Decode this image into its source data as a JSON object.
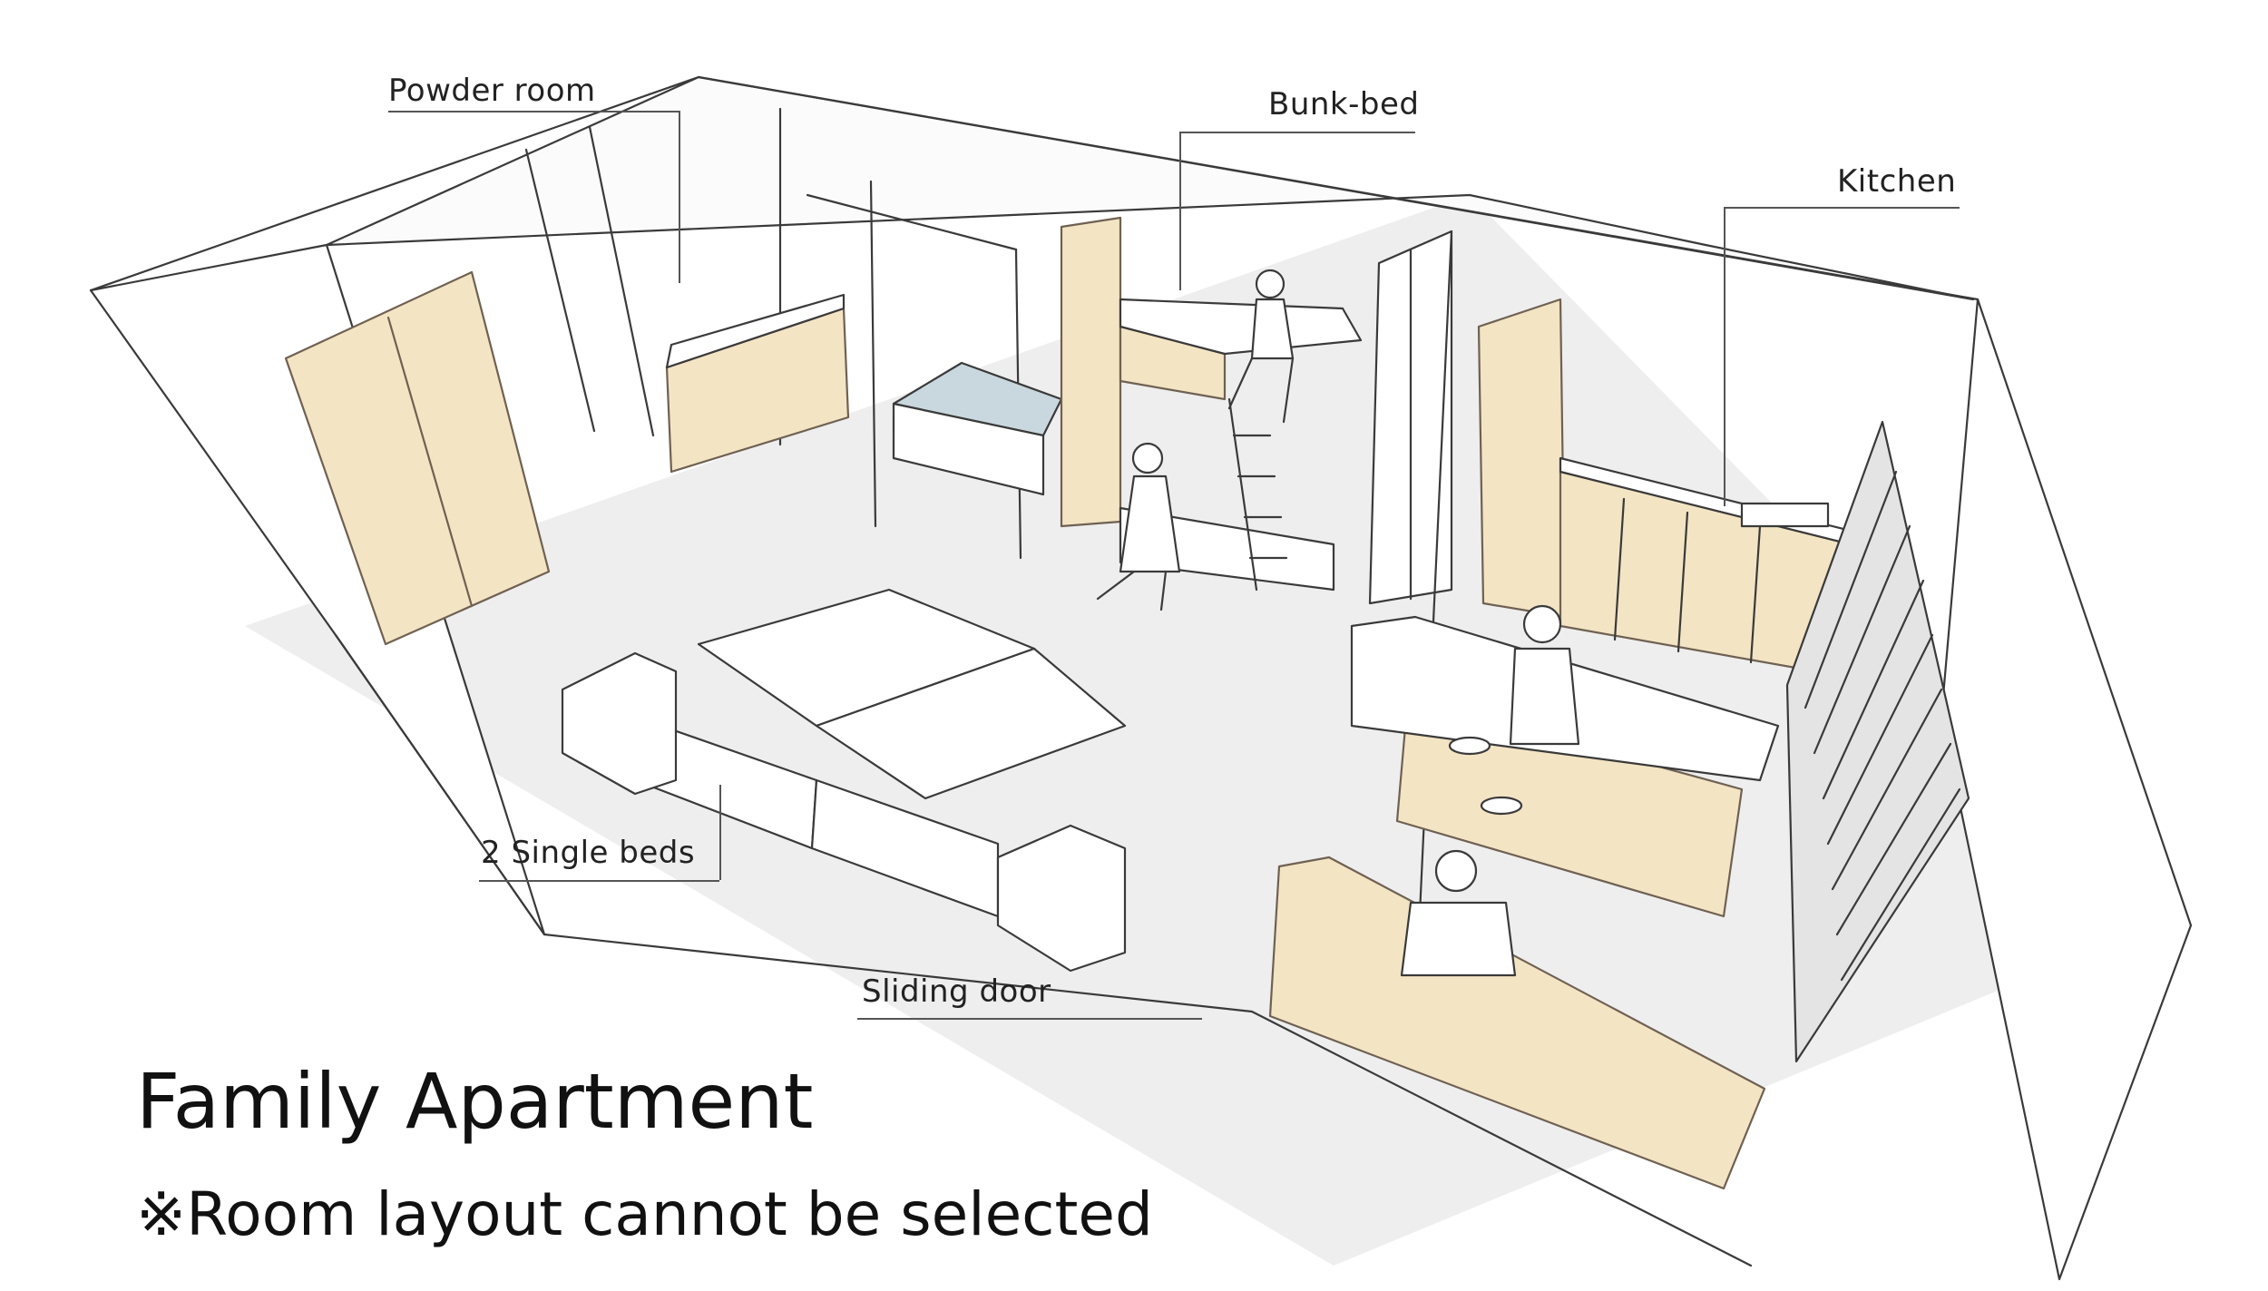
{
  "title": "Family Apartment",
  "note": "※Room layout cannot be selected",
  "labels": {
    "powder_room": "Powder room",
    "bunk_bed": "Bunk-bed",
    "kitchen": "Kitchen",
    "single_beds": "2 Single beds",
    "sliding_door": "Sliding door"
  },
  "colors": {
    "line": "#3a3a3a",
    "wood": "#f3e4c4",
    "floor": "#eeeeee",
    "glass": "#c9d8df",
    "text": "#111111"
  }
}
